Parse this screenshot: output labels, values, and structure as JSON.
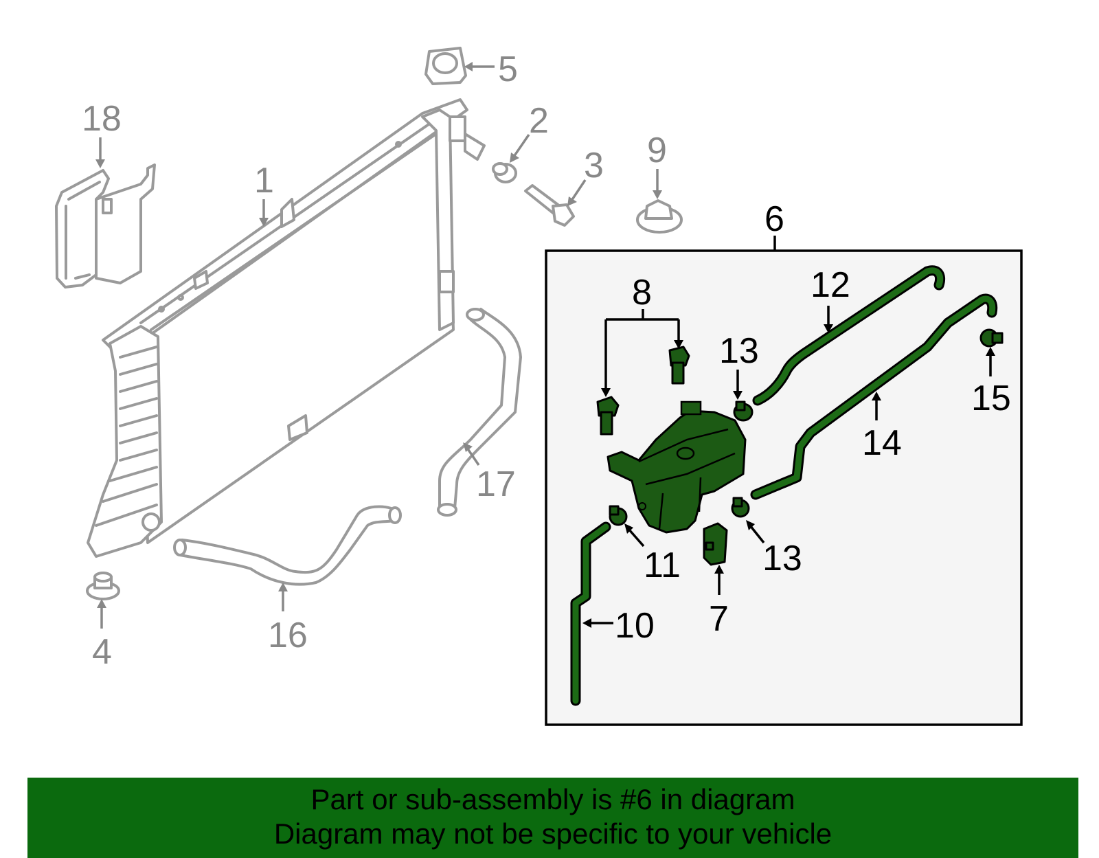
{
  "callouts": {
    "c1": "1",
    "c2": "2",
    "c3": "3",
    "c4": "4",
    "c5": "5",
    "c6": "6",
    "c7": "7",
    "c8": "8",
    "c9": "9",
    "c10": "10",
    "c11": "11",
    "c12": "12",
    "c13a": "13",
    "c13b": "13",
    "c14": "14",
    "c15": "15",
    "c16": "16",
    "c17": "17",
    "c18": "18"
  },
  "footer": {
    "line1": "Part or sub-assembly is #6 in diagram",
    "line2": "Diagram may not be specific to your vehicle",
    "background": "#0b6a0e"
  },
  "colors": {
    "highlight": "#1c5a14",
    "inactive": "#9a9a9a",
    "assembly_box_fill": "#f5f5f5"
  }
}
